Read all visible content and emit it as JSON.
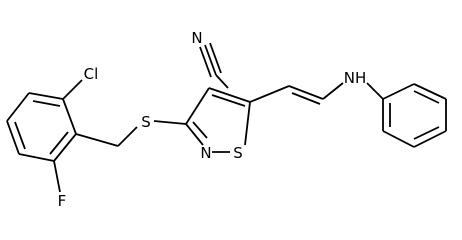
{
  "structure": {
    "atoms": {
      "N_nitrile": "N",
      "Cl": "Cl",
      "S_thioether": "S",
      "NH": "NH",
      "N_ring": "N",
      "S_ring": "S",
      "F": "F"
    }
  }
}
